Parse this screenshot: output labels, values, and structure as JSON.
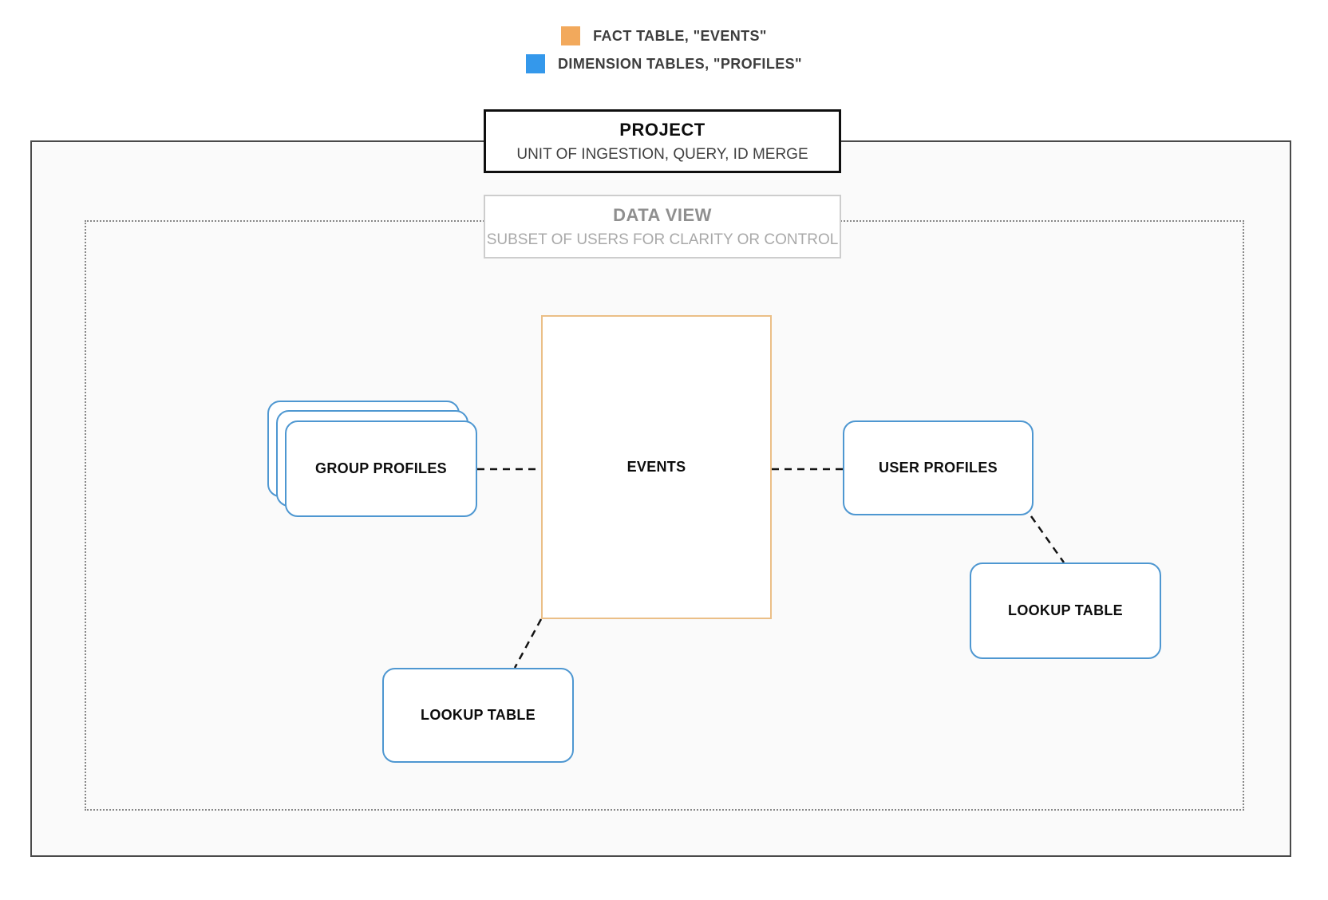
{
  "legend": {
    "items": [
      {
        "id": "fact",
        "label": "FACT TABLE, \"EVENTS\"",
        "swatch_color": "#F2A95C"
      },
      {
        "id": "dimension",
        "label": "DIMENSION TABLES, \"PROFILES\"",
        "swatch_color": "#3498EB"
      }
    ]
  },
  "project": {
    "title": "PROJECT",
    "subtitle": "UNIT OF INGESTION, QUERY, ID MERGE"
  },
  "data_view": {
    "title": "DATA VIEW",
    "subtitle": "SUBSET OF USERS FOR CLARITY OR CONTROL"
  },
  "nodes": {
    "events": {
      "label": "EVENTS",
      "type": "fact"
    },
    "group_profiles": {
      "label": "GROUP PROFILES",
      "type": "dimension",
      "stacked": true
    },
    "user_profiles": {
      "label": "USER PROFILES",
      "type": "dimension"
    },
    "lookup_table_bottom": {
      "label": "LOOKUP TABLE",
      "type": "dimension"
    },
    "lookup_table_right": {
      "label": "LOOKUP TABLE",
      "type": "dimension"
    }
  },
  "edges": [
    {
      "from": "group_profiles",
      "to": "events",
      "style": "dashed"
    },
    {
      "from": "events",
      "to": "user_profiles",
      "style": "dashed"
    },
    {
      "from": "events",
      "to": "lookup_table_bottom",
      "style": "dashed"
    },
    {
      "from": "user_profiles",
      "to": "lookup_table_right",
      "style": "dashed"
    }
  ],
  "colors": {
    "fact_swatch": "#F2A95C",
    "fact_border": "#EBBF87",
    "dimension_swatch": "#3498EB",
    "dimension_border": "#4E97D1",
    "project_border": "#0F0F0F",
    "outer_boundary_border": "#4A4A4A",
    "dataview_boundary_border": "#878787",
    "boundary_fill": "#FAFAFA"
  }
}
